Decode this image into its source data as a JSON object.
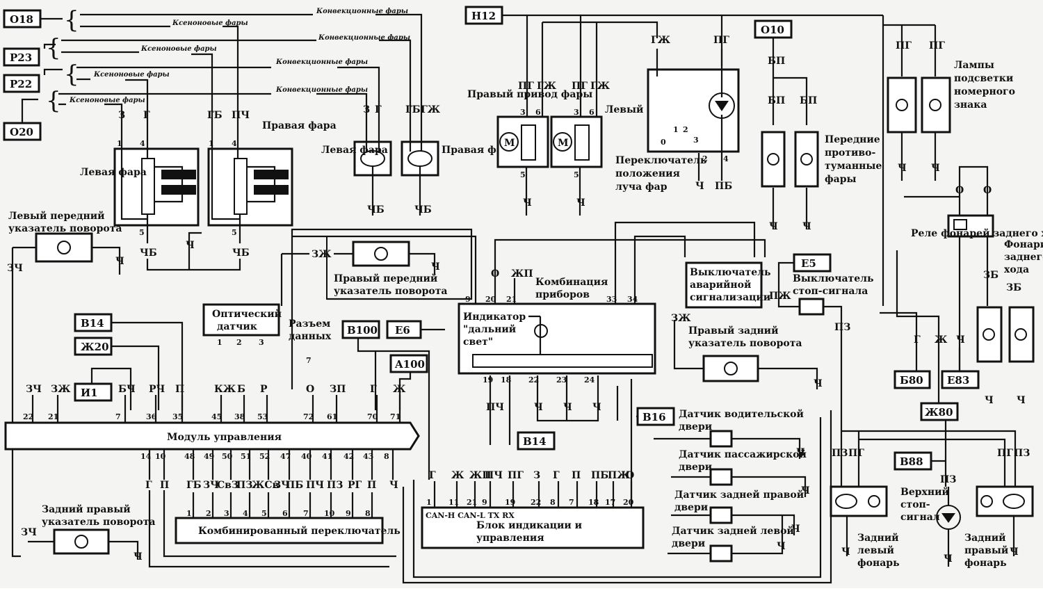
{
  "connectors": {
    "O18": "O18",
    "P23": "P23",
    "P22": "P22",
    "O20": "O20",
    "H12": "H12",
    "O10": "O10",
    "E5": "E5",
    "B14a": "B14",
    "J20": "Ж20",
    "I1": "И1",
    "B100": "B100",
    "E6": "E6",
    "A100": "A100",
    "B14b": "B14",
    "B16": "B16",
    "B80": "Б80",
    "E83": "E83",
    "J80": "Ж80",
    "B88": "B88"
  },
  "notes": {
    "xenon": "Ксеноновые фары",
    "conv": "Конвекционные фары"
  },
  "components": {
    "left_headlamp_xenon": "Левая фара",
    "right_headlamp_xenon": "Правая фара",
    "left_headlamp_conv": "Левая фара",
    "right_headlamp_conv": "Правая фара",
    "right_drive": "Правый привод фары",
    "left_drive": "Левый привод фары",
    "beam_switch": "Переключатель положения луча фар",
    "front_fog": "Передние противо-туманные фары",
    "plate_lamps": "Лампы подсветки номерного знака",
    "reverse_relay": "Реле фонарей заднего хода",
    "reverse_lamps": "Фонари заднего хода",
    "left_front_turn": "Левый передний указатель поворота",
    "right_front_turn": "Правый передний указатель поворота",
    "instrument_cluster": "Комбинация приборов",
    "high_beam_indicator": "Индикатор \"дальний свет\"",
    "hazard_switch": "Выключатель аварийной сигнализации",
    "brake_switch": "Выключатель стоп-сигнала",
    "right_rear_turn_top": "Правый задний указатель поворота",
    "optical_sensor": "Оптический датчик",
    "data_connector": "Разъем данных",
    "control_module": "Модуль управления",
    "rear_right_turn": "Задний правый указатель поворота",
    "combo_switch": "Комбинированный переключатель",
    "display_unit": "Блок индикации и управления",
    "can_pins": "CAN-H  CAN-L  TX  RX",
    "door_driver": "Датчик водительской двери",
    "door_passenger": "Датчик пассажирской двери",
    "door_rear_right": "Датчик задней правой двери",
    "door_rear_left": "Датчик задней левой двери",
    "rear_left_lamp": "Задний левый фонарь",
    "rear_right_lamp": "Задний правый фонарь",
    "high_stop": "Верхний стоп-сигнал"
  },
  "module_top": {
    "wires": [
      "ЗЧ",
      "ЗЖ",
      "БЧ",
      "РЧ",
      "П",
      "КЖ",
      "Б",
      "Р",
      "О",
      "ЗП",
      "Г",
      "Ж"
    ],
    "pins": [
      "22",
      "21",
      "7",
      "36",
      "35",
      "45",
      "38",
      "53",
      "72",
      "61",
      "70",
      "71"
    ]
  },
  "module_bottom": {
    "pins": [
      "14",
      "10",
      "48",
      "49",
      "50",
      "51",
      "52",
      "47",
      "40",
      "41",
      "42",
      "43",
      "8"
    ],
    "wires": [
      "Г",
      "П",
      "ГБ",
      "ЗЧ",
      "СвЗ",
      "ПЗ",
      "ЖСв",
      "ЗЧ",
      "ПБ",
      "ПЧ",
      "ПЗ",
      "РГ",
      "П",
      "Ч"
    ]
  },
  "combo_pins": [
    "1",
    "2",
    "3",
    "4",
    "5",
    "6",
    "7",
    "10",
    "9",
    "8"
  ],
  "display_unit_wires": [
    "Г",
    "Ж",
    "ЖП",
    "ПЧ",
    "ПГ",
    "З",
    "Г",
    "П",
    "ПБ",
    "ПЖ",
    "О"
  ],
  "display_unit_pins": [
    "1",
    "11",
    "21",
    "9",
    "19",
    "22",
    "8",
    "7",
    "18",
    "17",
    "20"
  ],
  "cluster_top_pins": [
    "9",
    "20",
    "21",
    "33",
    "34"
  ],
  "cluster_bottom_pins": [
    "19",
    "18",
    "22",
    "23",
    "24"
  ]
}
